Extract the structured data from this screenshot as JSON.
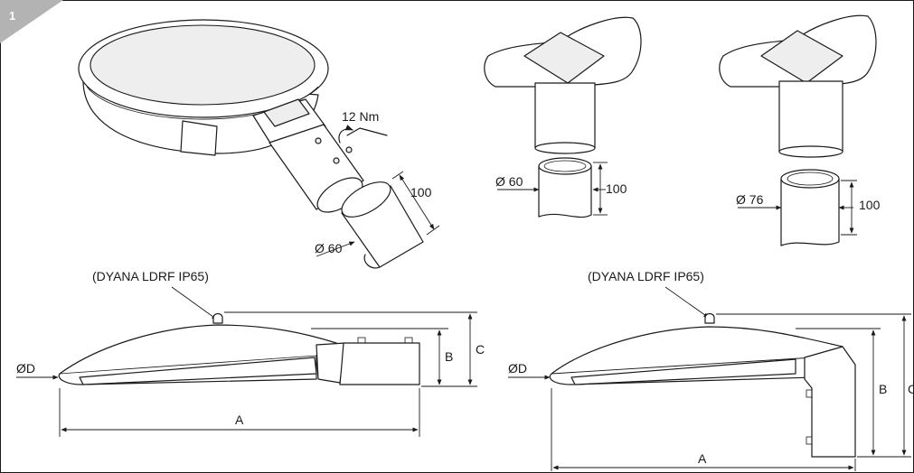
{
  "figure": {
    "step_number": "1",
    "colors": {
      "badge": "#b3b3b3",
      "line": "#1a1a1a",
      "background": "#ffffff"
    }
  },
  "mounting": {
    "torque": "12 Nm",
    "insertion_depth": "100",
    "tube_small": "Ø 60",
    "tube_large": "Ø 76"
  },
  "dimensions": {
    "model_label": "(DYANA LDRF IP65)",
    "length": "A",
    "height_body": "B",
    "height_total": "C",
    "diameter": "ØD"
  }
}
